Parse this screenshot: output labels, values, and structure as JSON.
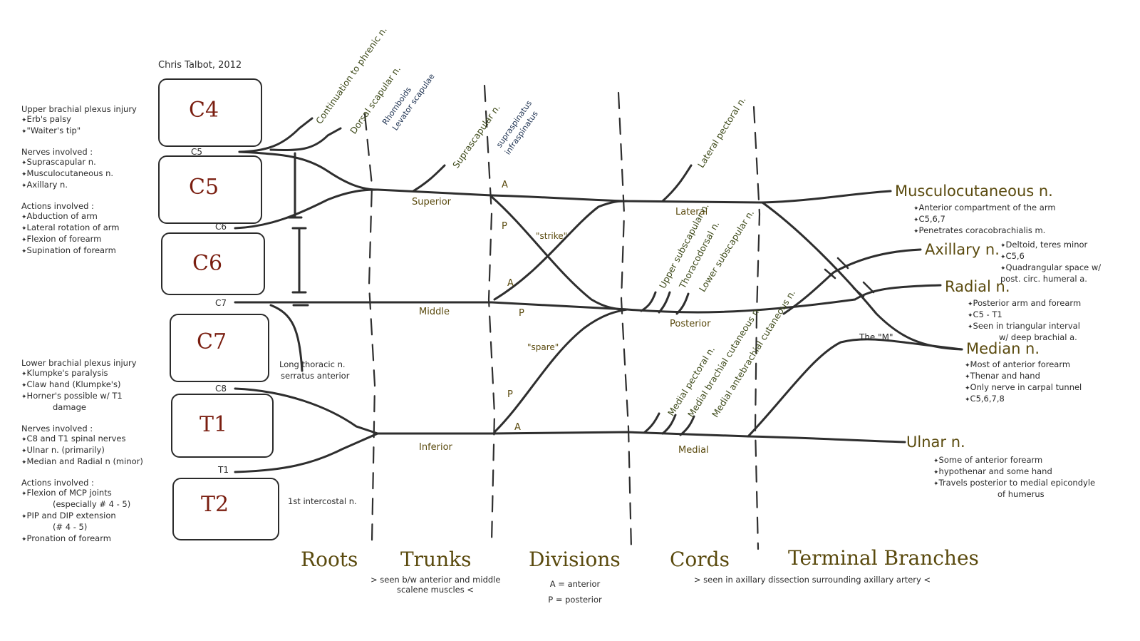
{
  "credit": "Chris Talbot, 2012",
  "roots": [
    {
      "label": "C4"
    },
    {
      "label": "C5"
    },
    {
      "label": "C6"
    },
    {
      "label": "C7"
    },
    {
      "label": "T1"
    },
    {
      "label": "T2"
    }
  ],
  "levels": {
    "c5": "C5",
    "c6": "C6",
    "c7": "C7",
    "c8": "C8",
    "t1": "T1"
  },
  "upper_injury": {
    "title": "Upper brachial plexus injury",
    "items": [
      "Erb's palsy",
      "\"Waiter's tip\""
    ],
    "nerves_title": "Nerves involved :",
    "nerves": [
      "Suprascapular n.",
      "Musculocutaneous n.",
      "Axillary n."
    ],
    "actions_title": "Actions involved :",
    "actions": [
      "Abduction of arm",
      "Lateral rotation of arm",
      "Flexion of forearm",
      "Supination of forearm"
    ]
  },
  "lower_injury": {
    "title": "Lower brachial plexus injury",
    "items": [
      "Klumpke's paralysis",
      "Claw hand (Klumpke's)",
      "Horner's possible w/ T1",
      "damage"
    ],
    "nerves_title": "Nerves involved :",
    "nerves": [
      "C8 and T1 spinal nerves",
      "Ulnar n. (primarily)",
      "Median and Radial n (minor)"
    ],
    "actions_title": "Actions involved :",
    "actions": [
      "Flexion of MCP joints",
      "(especially # 4 - 5)",
      "PIP and DIP extension",
      "(# 4 - 5)",
      "Pronation of forearm"
    ]
  },
  "root_branches": {
    "phrenic": "Continuation to phrenic n.",
    "dorsal_scapular": "Dorsal scapular n.",
    "dorsal_scapular_notes": [
      "Rhomboids",
      "Levator scapulae"
    ],
    "long_thoracic": "Long thoracic n.",
    "long_thoracic_note": "serratus anterior",
    "intercostal": "1st intercostal n."
  },
  "trunk_branches": {
    "suprascapular": "Suprascapular n.",
    "suprascapular_notes": [
      "supraspinatus",
      "infraspinatus"
    ]
  },
  "trunks": {
    "superior": "Superior",
    "middle": "Middle",
    "inferior": "Inferior"
  },
  "divisions": {
    "a": "A",
    "p": "P",
    "strike": "\"strike\"",
    "spare": "\"spare\""
  },
  "cords": {
    "lateral": "Lateral",
    "posterior": "Posterior",
    "medial": "Medial"
  },
  "cord_branches": {
    "lateral_pectoral": "Lateral pectoral n.",
    "upper_subscapular": "Upper subscapular n.",
    "thoracodorsal": "Thoracodorsal n.",
    "lower_subscapular": "Lower subscapular n.",
    "medial_pectoral": "Medial pectoral n.",
    "medial_brachial": "Medial brachial cutaneous n.",
    "medial_antebrachial": "Medial antebrachial cutaneous n."
  },
  "the_m": "The \"M\"",
  "terminal": {
    "musculocutaneous": {
      "name": "Musculocutaneous n.",
      "notes": [
        "Anterior compartment of the arm",
        "C5,6,7",
        "Penetrates coracobrachialis m."
      ]
    },
    "axillary": {
      "name": "Axillary n.",
      "notes": [
        "Deltoid, teres minor",
        "C5,6",
        "Quadrangular space w/",
        "post. circ. humeral a."
      ]
    },
    "radial": {
      "name": "Radial n.",
      "notes": [
        "Posterior arm and forearm",
        "C5 - T1",
        "Seen in triangular interval",
        "w/ deep brachial a."
      ]
    },
    "median": {
      "name": "Median n.",
      "notes": [
        "Most of anterior forearm",
        "Thenar and hand",
        "Only nerve in carpal tunnel",
        "C5,6,7,8"
      ]
    },
    "ulnar": {
      "name": "Ulnar n.",
      "notes": [
        "Some of anterior forearm",
        "hypothenar and some hand",
        "Travels posterior to medial epicondyle",
        "of humerus"
      ]
    }
  },
  "sections": {
    "roots": "Roots",
    "trunks": "Trunks",
    "trunks_sub": [
      "> seen b/w anterior and middle",
      "scalene muscles <"
    ],
    "divisions": "Divisions",
    "divisions_sub": [
      "A = anterior",
      "P = posterior"
    ],
    "cords": "Cords",
    "terminal": "Terminal Branches",
    "cords_sub": "> seen in axillary dissection surrounding axillary artery <"
  }
}
